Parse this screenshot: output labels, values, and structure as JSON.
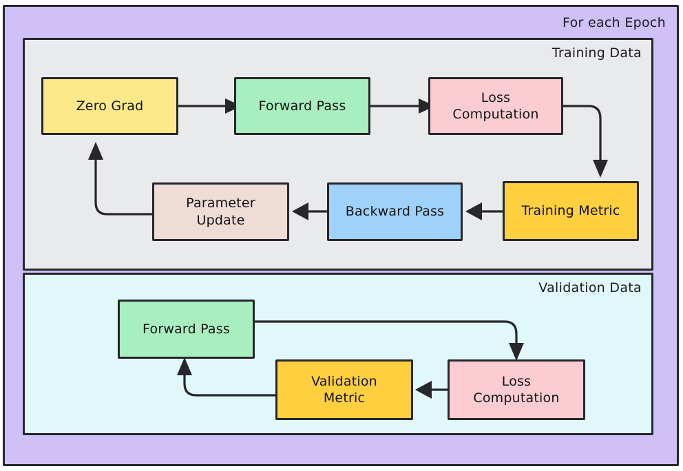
{
  "diagram": {
    "type": "flowchart",
    "title_visible": false,
    "palette": {
      "epoch_fill": "#cfc0f7",
      "training_fill": "#e8eaec",
      "validation_fill": "#e0f8fa",
      "yellow_light": "#fce989",
      "green": "#a9eebf",
      "pink": "#fbcdd3",
      "amber": "#fecf3e",
      "blue": "#9ed2fb",
      "rose_grey": "#eedcd5",
      "stroke": "#26262b",
      "text": "#121216"
    }
  },
  "containers": {
    "epoch": {
      "title": "For each Epoch"
    },
    "training": {
      "title": "Training Data"
    },
    "validation": {
      "title": "Validation Data"
    }
  },
  "nodes": {
    "zero_grad": {
      "label": "Zero Grad",
      "fill": "#fce989"
    },
    "train_forward_pass": {
      "label": "Forward Pass",
      "fill": "#a9eebf"
    },
    "train_loss_computation": {
      "label": "Loss\nComputation",
      "fill": "#fbcdd3"
    },
    "training_metric": {
      "label": "Training Metric",
      "fill": "#fecf3e"
    },
    "backward_pass": {
      "label": "Backward Pass",
      "fill": "#9ed2fb"
    },
    "parameter_update": {
      "label": "Parameter\nUpdate",
      "fill": "#eedcd5"
    },
    "val_forward_pass": {
      "label": "Forward Pass",
      "fill": "#a9eebf"
    },
    "val_loss_computation": {
      "label": "Loss\nComputation",
      "fill": "#fbcdd3"
    },
    "validation_metric": {
      "label": "Validation\nMetric",
      "fill": "#fecf3e"
    }
  },
  "edges": [
    {
      "from": "zero_grad",
      "to": "train_forward_pass"
    },
    {
      "from": "train_forward_pass",
      "to": "train_loss_computation"
    },
    {
      "from": "train_loss_computation",
      "to": "training_metric"
    },
    {
      "from": "training_metric",
      "to": "backward_pass"
    },
    {
      "from": "backward_pass",
      "to": "parameter_update"
    },
    {
      "from": "parameter_update",
      "to": "zero_grad"
    },
    {
      "from": "val_forward_pass",
      "to": "val_loss_computation"
    },
    {
      "from": "val_loss_computation",
      "to": "validation_metric"
    },
    {
      "from": "validation_metric",
      "to": "val_forward_pass"
    }
  ]
}
